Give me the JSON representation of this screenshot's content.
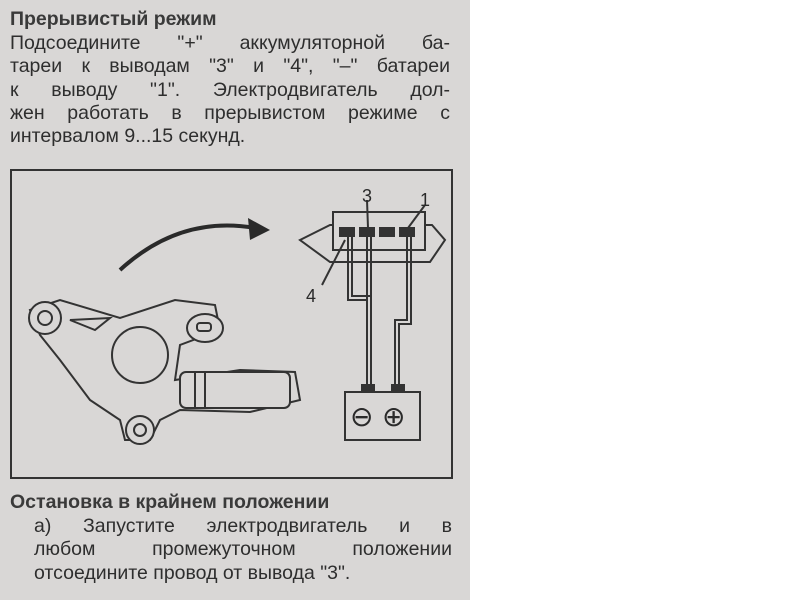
{
  "section1": {
    "heading": "Прерывистый режим",
    "lines": [
      "Подсоедините \"+\" аккумуляторной ба-",
      "тареи к выводам \"3\" и \"4\", \"–\" батареи",
      "к выводу \"1\". Электродвигатель дол-",
      "жен работать в прерывистом режиме с",
      "интервалом 9...15 секунд."
    ]
  },
  "figure": {
    "terminal_labels": {
      "t3": "3",
      "t1": "1",
      "t4": "4"
    },
    "battery": {
      "minus": "⊖",
      "plus": "⊕"
    }
  },
  "section2": {
    "heading": "Остановка в крайнем положении",
    "lines": [
      "а) Запустите электродвигатель и в",
      "любом промежуточном положении",
      "отсоедините провод от вывода \"3\"."
    ]
  }
}
